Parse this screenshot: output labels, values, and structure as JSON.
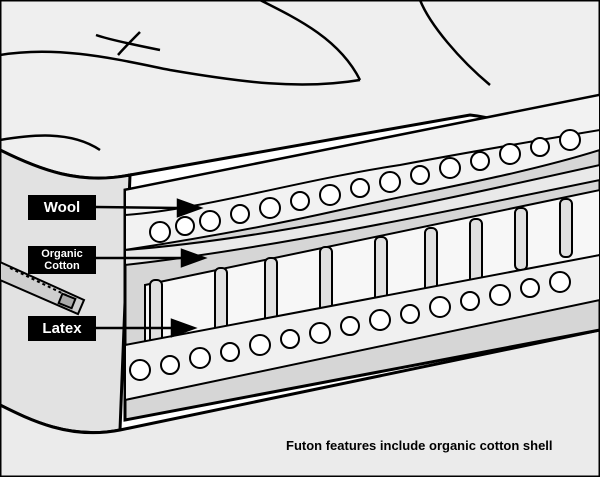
{
  "labels": {
    "wool": "Wool",
    "organic_cotton_line1": "Organic",
    "organic_cotton_line2": "Cotton",
    "latex": "Latex"
  },
  "caption": "Futon features include organic cotton shell",
  "colors": {
    "ink": "#000000",
    "shell": "#e8e8e8",
    "shell_dark": "#bdbdbd",
    "cut_face": "#d9d9d9",
    "tag_bg": "#000000",
    "tag_text": "#ffffff"
  }
}
